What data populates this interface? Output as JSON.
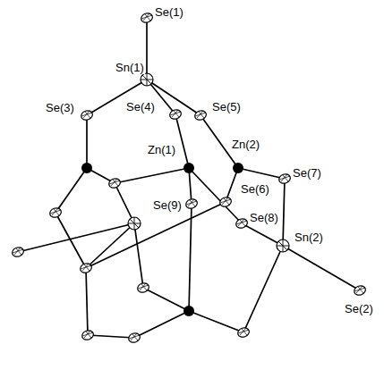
{
  "diagram": {
    "labels": [
      "Se(1)",
      "Sn(1)",
      "Se(3)",
      "Se(4)",
      "Se(5)",
      "Zn(1)",
      "Zn(2)",
      "Se(6)",
      "Se(7)",
      "Se(9)",
      "Se(8)",
      "Sn(2)",
      "Se(2)"
    ]
  }
}
